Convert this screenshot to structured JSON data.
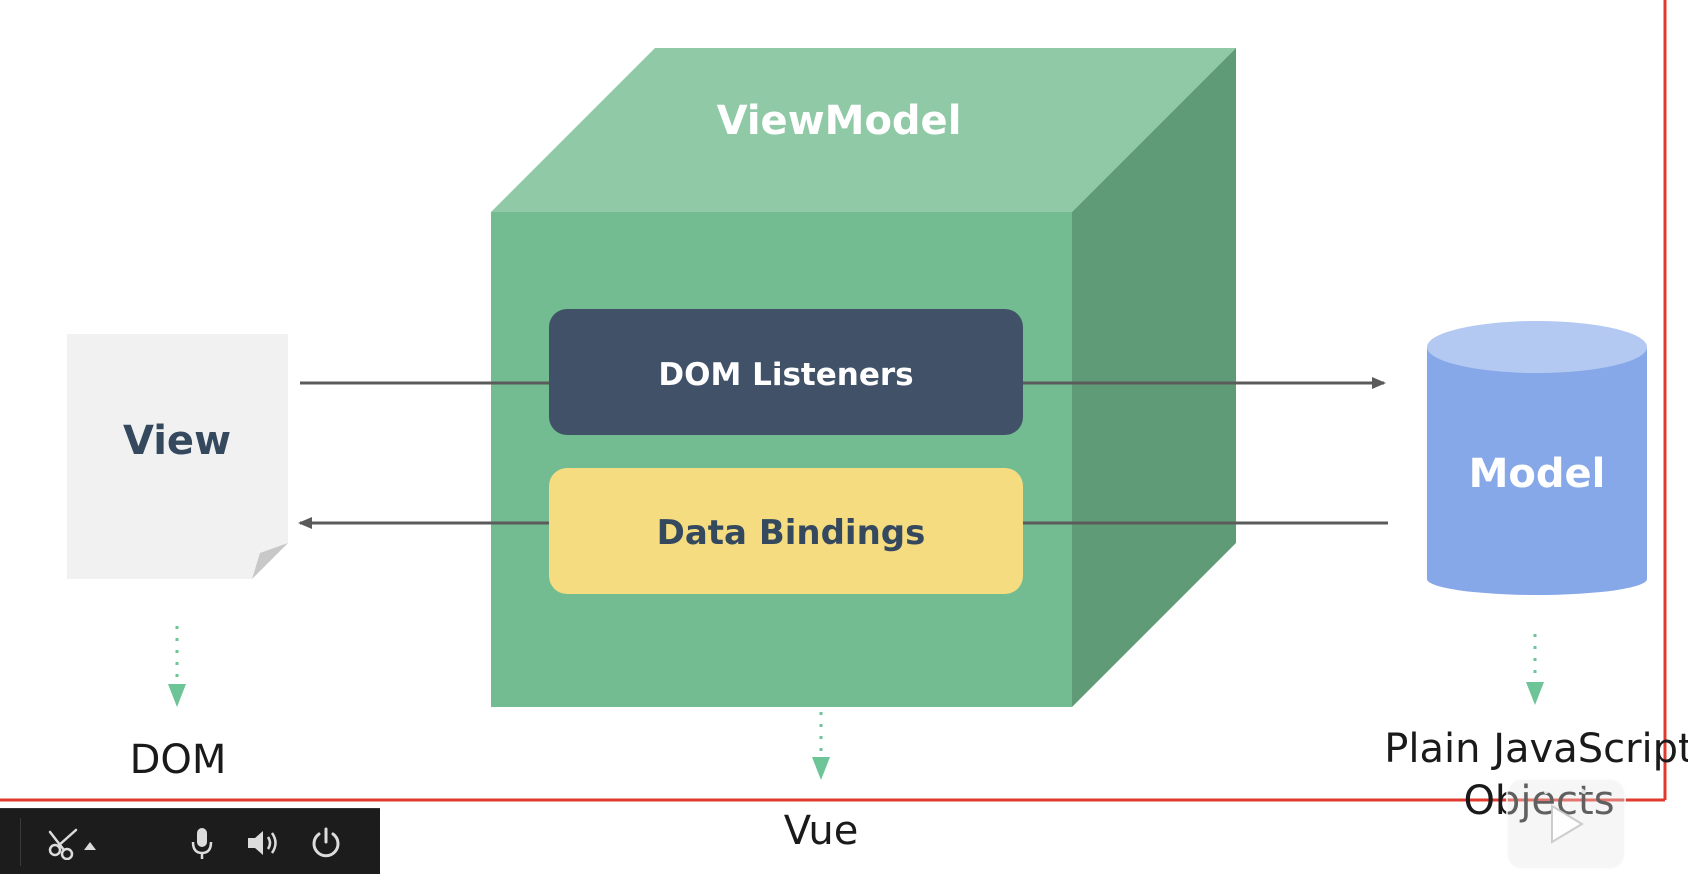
{
  "diagram": {
    "viewmodel_title": "ViewModel",
    "dom_listeners": "DOM Listeners",
    "data_bindings": "Data Bindings",
    "view": "View",
    "model": "Model",
    "dom_caption": "DOM",
    "vue_caption": "Vue",
    "plain_js_caption_line1": "Plain JavaScript",
    "plain_js_caption_line2": "Objects"
  },
  "colors": {
    "cube_front": "#73bb90",
    "cube_top": "#90c9a6",
    "cube_side": "#5e9b76",
    "dom_listeners_bg": "#415268",
    "data_bindings_bg": "#f5dc80",
    "view_doc": "#f1f1f1",
    "model_body": "#86a8e8",
    "model_top": "#b3c9f2",
    "arrow": "#5b5b5b",
    "dotted_arrow": "#6cc497",
    "red_frame": "#e03a2f"
  },
  "controls": {
    "icons": [
      "scissors-icon",
      "microphone-icon",
      "speaker-icon",
      "power-icon",
      "play-icon",
      "close-icon"
    ]
  }
}
